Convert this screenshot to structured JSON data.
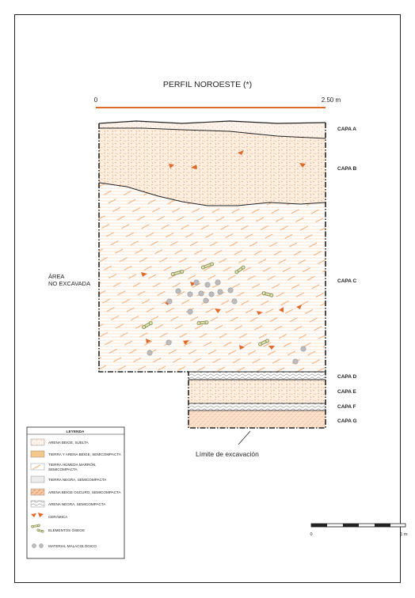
{
  "title": "PERFIL NOROESTE (*)",
  "scale_top": {
    "start_label": "0",
    "end_label": "2.50 m"
  },
  "layers": [
    {
      "id": "a",
      "label": "CAPA A"
    },
    {
      "id": "b",
      "label": "CAPA B"
    },
    {
      "id": "c",
      "label": "CAPA C"
    },
    {
      "id": "d",
      "label": "CAPA D"
    },
    {
      "id": "e",
      "label": "CAPA E"
    },
    {
      "id": "f",
      "label": "CAPA F"
    },
    {
      "id": "g",
      "label": "CAPA G"
    }
  ],
  "area_label": {
    "line1": "ÁREA",
    "line2": "NO EXCAVADA"
  },
  "excavation_limit_label": "Límite de excavación",
  "legend": {
    "title": "LEYENDA",
    "items": [
      {
        "label": "ARENA BEIGE, SUELTA",
        "swatch": "arena-beige"
      },
      {
        "label": "TIERRA Y ARENA BEIGE, SEMICOMPACTA",
        "swatch": "tierra-arena"
      },
      {
        "label": "TIERRA HÚMEDA MARRÓN,",
        "label2": "SEMICOMPACTA",
        "swatch": "tierra-humeda"
      },
      {
        "label": "TIERRA  NEGRA, SEMICOMPACTA",
        "swatch": "tierra-negra"
      },
      {
        "label": "ARENA BEIGE OSCURO, SEMICOMPACTA",
        "swatch": "arena-oscuro"
      },
      {
        "label": "ARENA NEGRA, SEMICOMPACTA",
        "swatch": "arena-negra"
      },
      {
        "label": "CERÁMICA",
        "swatch": "ceramica"
      },
      {
        "label": "ELEMENTOS ÓSEOS",
        "swatch": "oseos"
      },
      {
        "label": "MATERIAL  MALACOLÓGICO",
        "swatch": "malacologico"
      }
    ]
  },
  "scale_bottom": {
    "start_label": "0",
    "end_label": "1 m"
  },
  "colors": {
    "accent": "#e06a2a",
    "orange_light": "#f2a66b",
    "orange_fill": "#fbe3cd",
    "bone": "#b9bd7a",
    "shell": "#b8b8b8",
    "line": "#222222"
  }
}
